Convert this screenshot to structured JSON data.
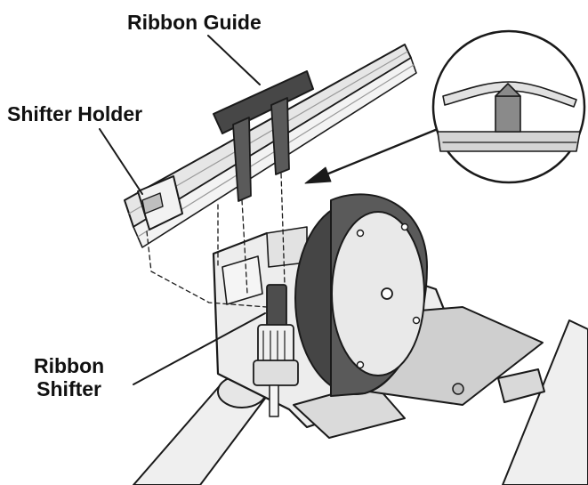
{
  "labels": {
    "ribbon_guide": "Ribbon Guide",
    "shifter_holder": "Shifter Holder",
    "ribbon_shifter_line1": "Ribbon",
    "ribbon_shifter_line2": "Shifter"
  },
  "colors": {
    "line": "#1a1a1a",
    "dark_part": "#4a4a4a",
    "mid_part": "#8c8c8c",
    "light_part": "#d6d6d6",
    "ribbon": "#e4e4e4",
    "background": "#ffffff"
  }
}
